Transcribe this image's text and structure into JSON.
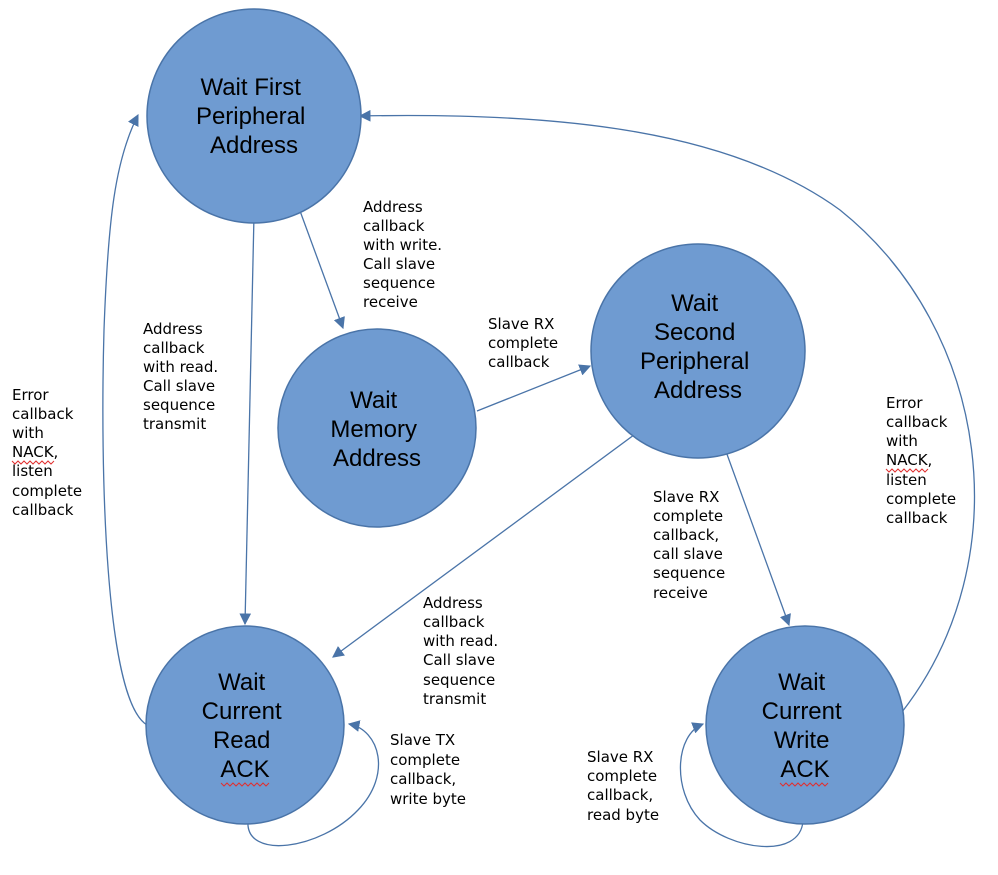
{
  "diagram": {
    "states": {
      "wait_first": [
        "Wait First",
        "Peripheral",
        "Address"
      ],
      "wait_memory": [
        "Wait",
        "Memory",
        "Address"
      ],
      "wait_second": [
        "Wait",
        "Second",
        "Peripheral",
        "Address"
      ],
      "wait_read": [
        "Wait",
        "Current",
        "Read",
        "ACK"
      ],
      "wait_write": [
        "Wait",
        "Current",
        "Write",
        "ACK"
      ]
    },
    "transitions": {
      "first_to_memory": [
        "Address",
        "callback",
        "with write.",
        "Call slave",
        "sequence",
        "receive"
      ],
      "first_to_read": [
        "Address",
        "callback",
        "with read.",
        "Call slave",
        "sequence",
        "transmit"
      ],
      "read_to_first": [
        "Error",
        "callback",
        "with",
        "NACK,",
        "listen",
        "complete",
        "callback"
      ],
      "memory_to_second": [
        "Slave RX",
        "complete",
        "callback"
      ],
      "second_to_write": [
        "Slave RX",
        "complete",
        "callback,",
        "call slave",
        "sequence",
        "receive"
      ],
      "write_to_first": [
        "Error",
        "callback",
        "with",
        "NACK,",
        "listen",
        "complete",
        "callback"
      ],
      "second_to_read": [
        "Address",
        "callback",
        "with read.",
        "Call slave",
        "sequence",
        "transmit"
      ],
      "read_self": [
        "Slave TX",
        "complete",
        "callback,",
        "write byte"
      ],
      "write_self": [
        "Slave RX",
        "complete",
        "callback,",
        "read byte"
      ]
    }
  },
  "colors": {
    "state_fill": "#6f9bd1",
    "state_stroke": "#4a74a8",
    "edge": "#4a74a8",
    "spellcheck_underline": "#e03030"
  }
}
